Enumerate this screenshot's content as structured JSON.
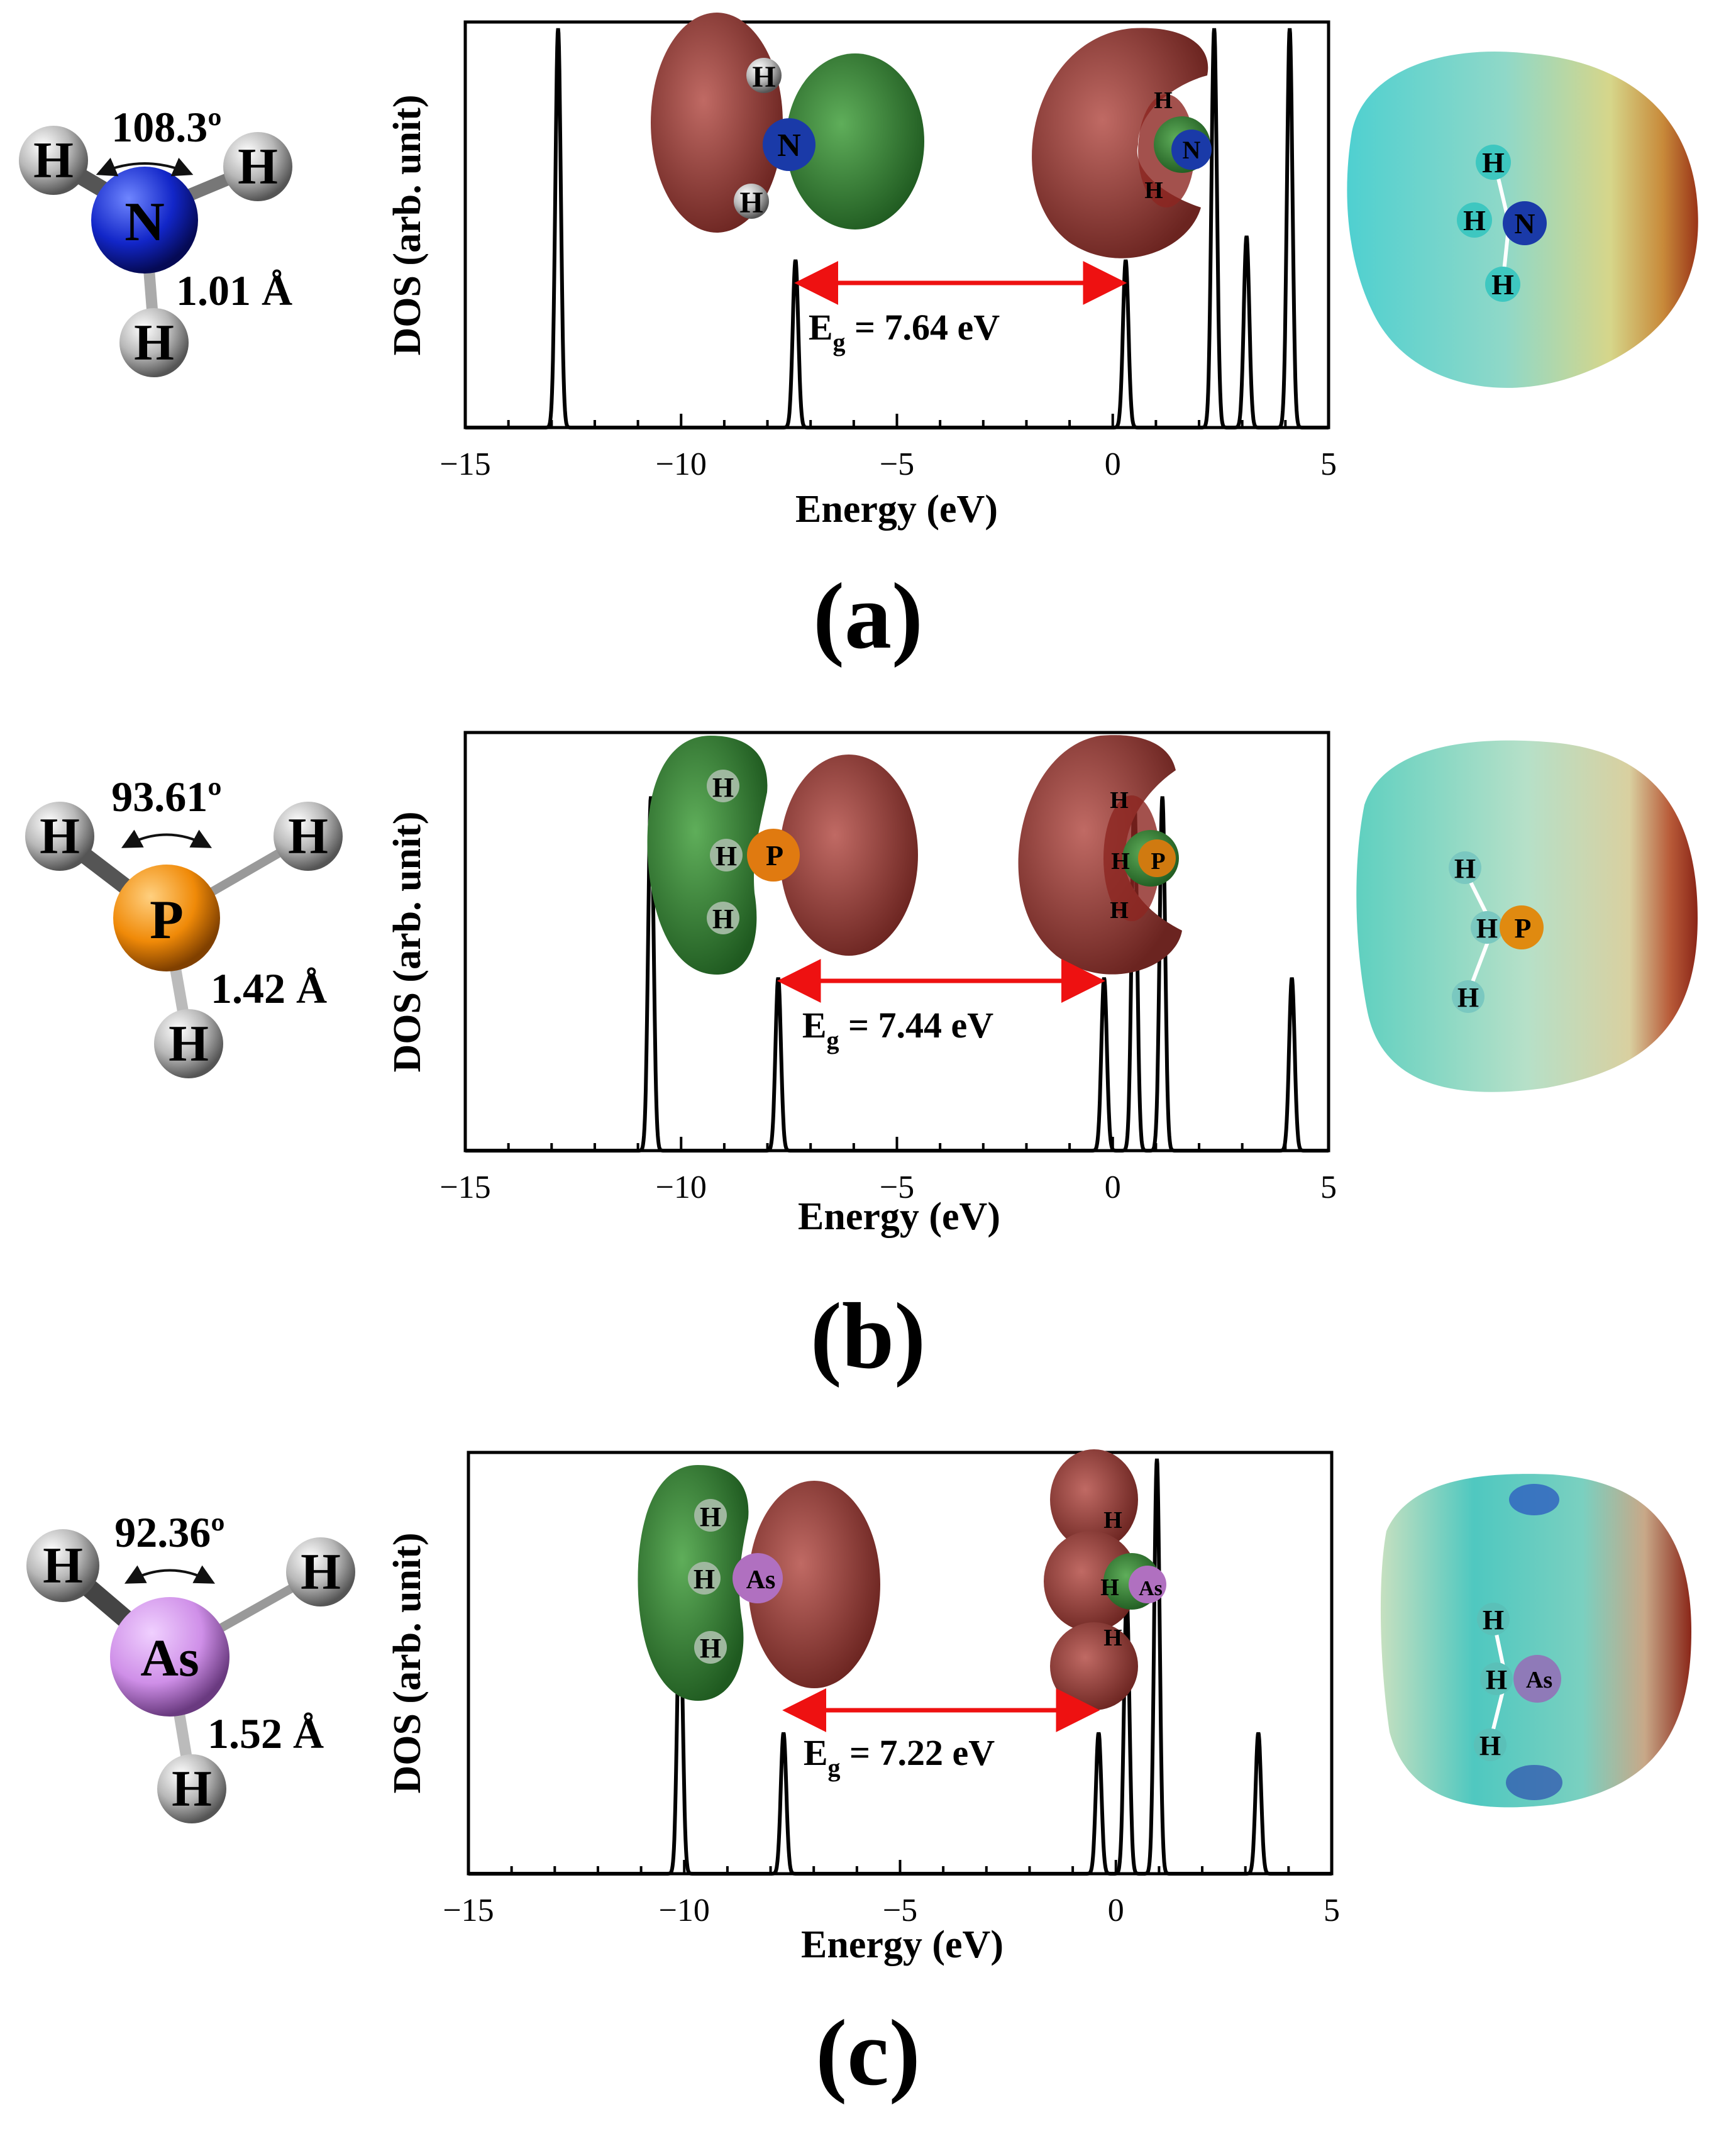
{
  "panels": [
    {
      "caption": "(a)",
      "molecule": {
        "center_atom": "N",
        "center_color": "#1226c8",
        "hydrogen_label": "H",
        "bond_angle": "108.3º",
        "bond_length": "1.01 Å"
      },
      "orbital_labels": {
        "homo": [
          "H",
          "N",
          "H"
        ],
        "lumo": [
          "H",
          "N",
          "H"
        ]
      },
      "esp_labels": [
        "H",
        "H",
        "N",
        "H"
      ],
      "gap_label": {
        "main": "E",
        "sub": "g",
        "value": " = 7.64 eV"
      }
    },
    {
      "caption": "(b)",
      "molecule": {
        "center_atom": "P",
        "center_color": "#f08a08",
        "hydrogen_label": "H",
        "bond_angle": "93.61º",
        "bond_length": "1.42 Å"
      },
      "orbital_labels": {
        "homo": [
          "H",
          "H",
          "P",
          "H"
        ],
        "lumo": [
          "H",
          "H",
          "P",
          "H"
        ]
      },
      "esp_labels": [
        "H",
        "H",
        "P",
        "H"
      ],
      "gap_label": {
        "main": "E",
        "sub": "g",
        "value": " = 7.44 eV"
      }
    },
    {
      "caption": "(c)",
      "molecule": {
        "center_atom": "As",
        "center_color": "#cf8fe8",
        "hydrogen_label": "H",
        "bond_angle": "92.36º",
        "bond_length": "1.52 Å"
      },
      "orbital_labels": {
        "homo": [
          "H",
          "H",
          "As",
          "H"
        ],
        "lumo": [
          "H",
          "H",
          "As",
          "H"
        ]
      },
      "esp_labels": [
        "H",
        "H",
        "As",
        "H"
      ],
      "gap_label": {
        "main": "E",
        "sub": "g",
        "value": " = 7.22 eV"
      }
    }
  ],
  "chart_data": [
    {
      "type": "line",
      "xlabel": "Energy (eV)",
      "ylabel": "DOS (arb. unit)",
      "xlim": [
        -15,
        5
      ],
      "xticks": [
        -15,
        -10,
        -5,
        0,
        5
      ],
      "peaks": [
        {
          "x": -12.85,
          "h": 1.0
        },
        {
          "x": -7.35,
          "h": 0.42
        },
        {
          "x": 0.3,
          "h": 0.42
        },
        {
          "x": 2.35,
          "h": 1.0
        },
        {
          "x": 3.1,
          "h": 0.48
        },
        {
          "x": 4.1,
          "h": 1.0
        }
      ],
      "gap": {
        "from": -7.35,
        "to": 0.3,
        "value_eV": 7.64
      }
    },
    {
      "type": "line",
      "xlabel": "Energy (eV)",
      "ylabel": "DOS (arb. unit)",
      "xlim": [
        -15,
        5
      ],
      "xticks": [
        -15,
        -10,
        -5,
        0,
        5
      ],
      "peaks": [
        {
          "x": -10.7,
          "h": 0.86
        },
        {
          "x": -7.75,
          "h": 0.42
        },
        {
          "x": -0.2,
          "h": 0.42
        },
        {
          "x": 0.5,
          "h": 0.86
        },
        {
          "x": 1.15,
          "h": 0.86
        },
        {
          "x": 4.15,
          "h": 0.42
        }
      ],
      "gap": {
        "from": -7.75,
        "to": -0.2,
        "value_eV": 7.44
      }
    },
    {
      "type": "line",
      "xlabel": "Energy (eV)",
      "ylabel": "DOS (arb. unit)",
      "xlim": [
        -15,
        5
      ],
      "xticks": [
        -15,
        -10,
        -5,
        0,
        5
      ],
      "peaks": [
        {
          "x": -10.1,
          "h": 0.67
        },
        {
          "x": -7.7,
          "h": 0.34
        },
        {
          "x": -0.4,
          "h": 0.34
        },
        {
          "x": 0.25,
          "h": 0.67
        },
        {
          "x": 0.95,
          "h": 1.0
        },
        {
          "x": 3.3,
          "h": 0.34
        }
      ],
      "gap": {
        "from": -7.7,
        "to": -0.4,
        "value_eV": 7.22
      }
    }
  ]
}
